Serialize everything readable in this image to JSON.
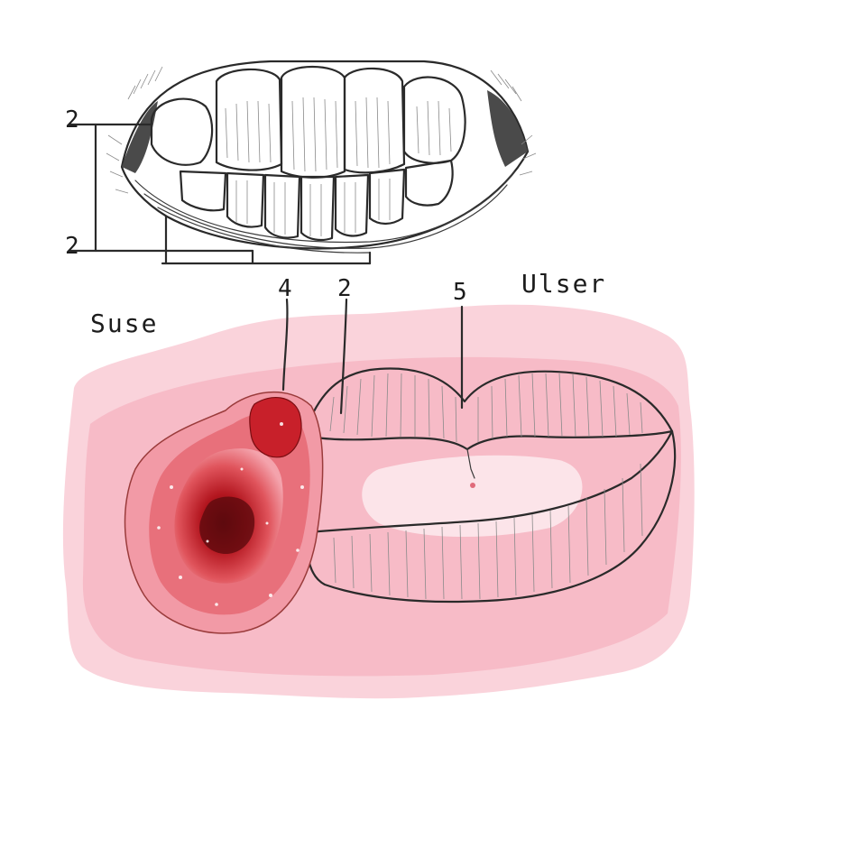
{
  "labels": {
    "top_left_upper": "2",
    "top_left_lower": "2",
    "callout_4": "4",
    "callout_2": "2",
    "callout_5": "5"
  },
  "words": {
    "left": "Suse",
    "right": "Ulser"
  },
  "colors": {
    "wash_pink": "#f6aebd",
    "lesion_red": "#c8202a",
    "lesion_dark": "#7a0d12",
    "lip_gray": "#e9e9e9",
    "ink": "#2a2a2a"
  }
}
